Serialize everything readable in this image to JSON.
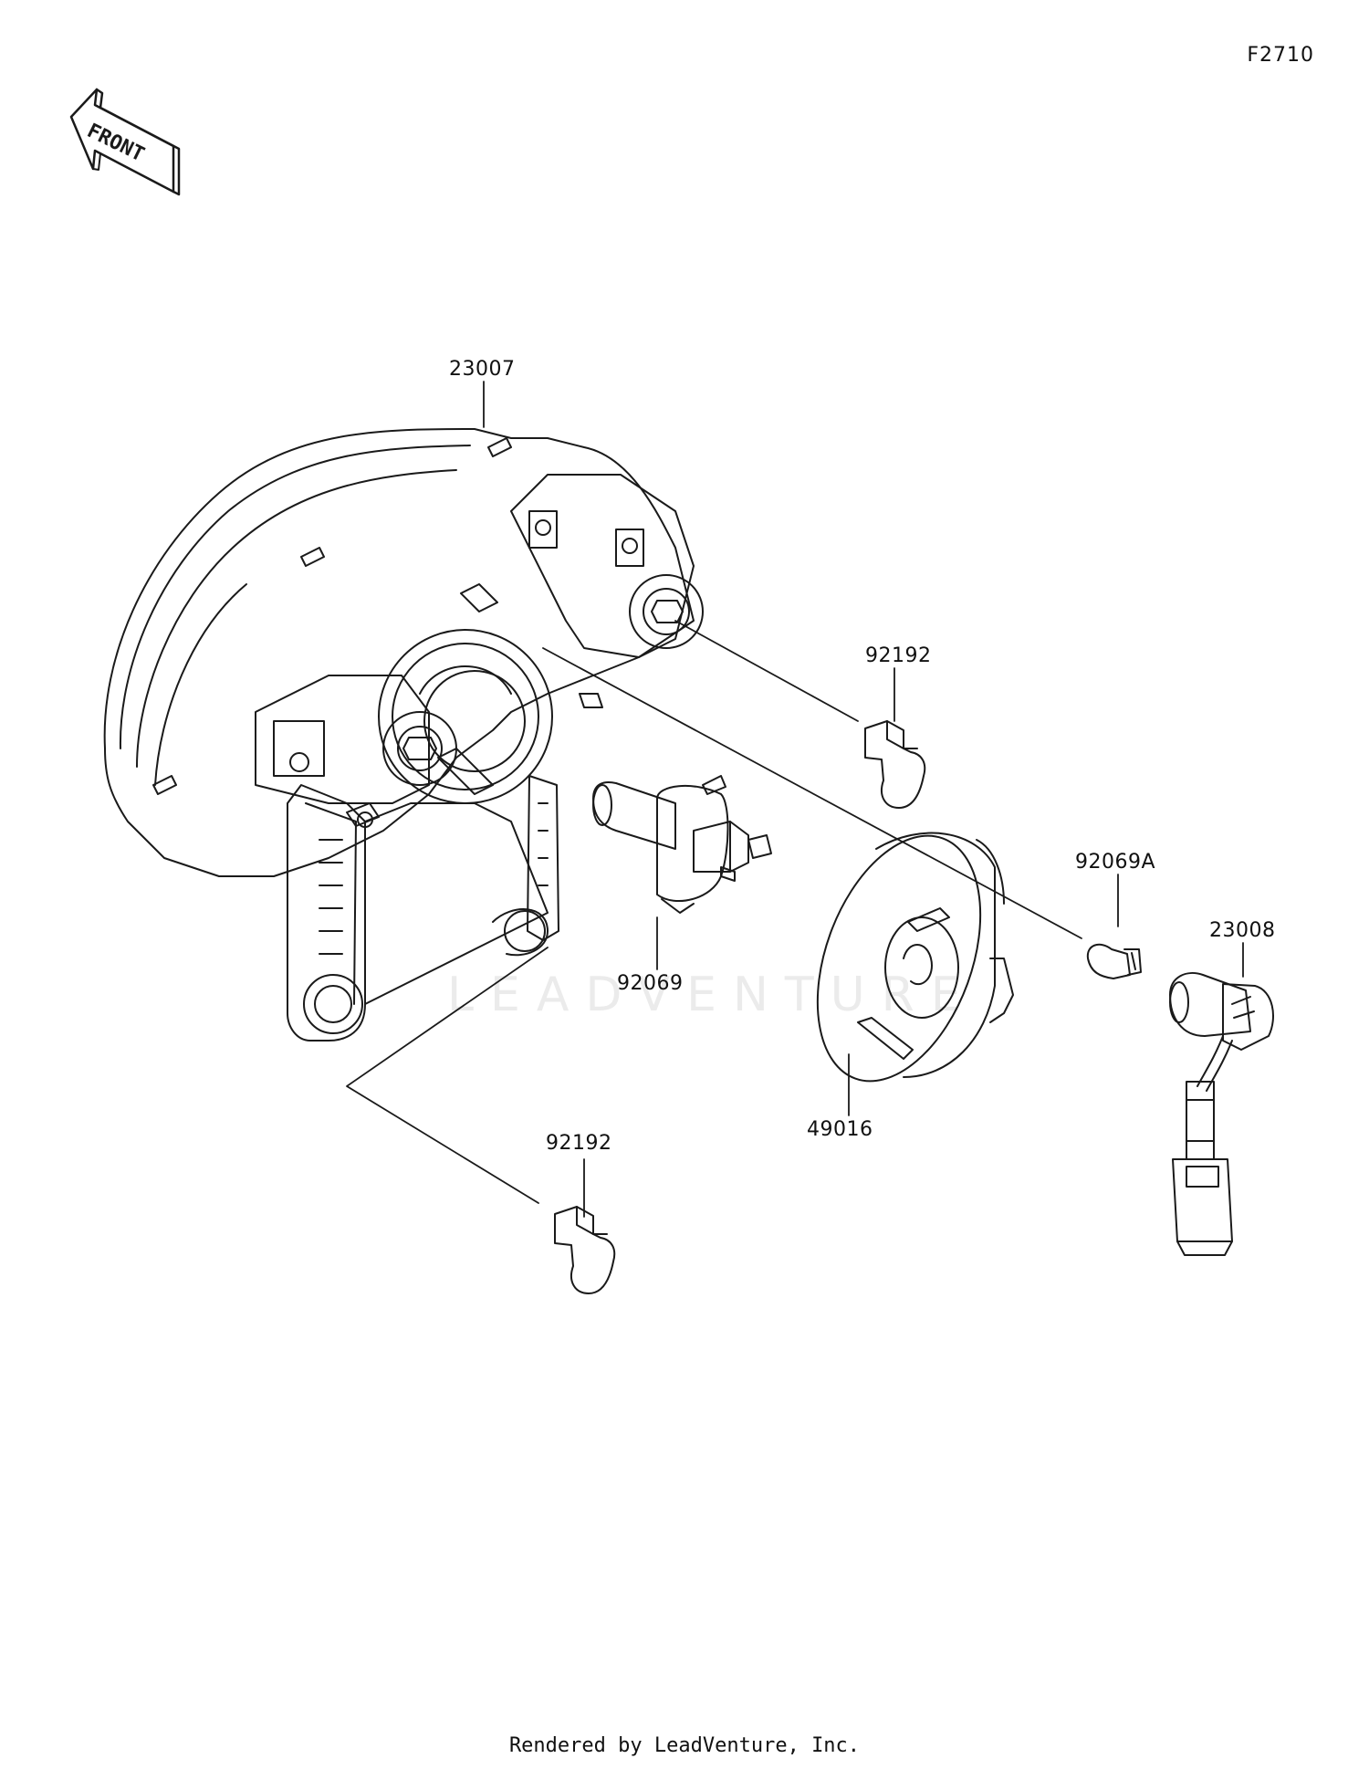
{
  "diagram_ref": "F2710",
  "front_label": "FRONT",
  "watermark": "LEADVENTURE",
  "footer": "Rendered by LeadVenture, Inc.",
  "parts": {
    "headlight_assembly": "23007",
    "socket_assembly": "23008",
    "headlight_bulb": "92069",
    "position_bulb": "92069A",
    "rubber_cap": "49016",
    "adjuster_top": "92192",
    "adjuster_bottom": "92192"
  },
  "colors": {
    "line": "#1a1a1a",
    "background": "#ffffff"
  }
}
